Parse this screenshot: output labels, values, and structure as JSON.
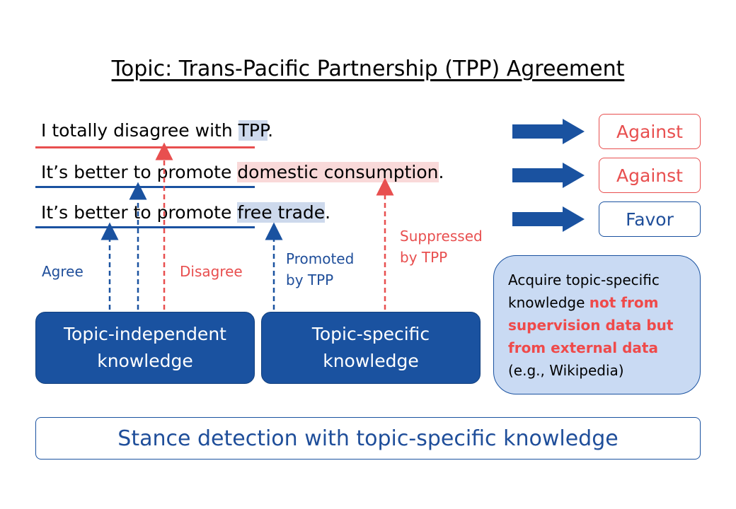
{
  "title": "Topic: Trans-Pacific Partnership (TPP) Agreement",
  "sentences": [
    {
      "pre": "I totally disagree with ",
      "highlight": "TPP",
      "post": "."
    },
    {
      "pre": "It’s better to promote ",
      "highlight": "domestic consumption",
      "post": "."
    },
    {
      "pre": "It’s better to promote ",
      "highlight": "free trade",
      "post": "."
    }
  ],
  "results": [
    "Against",
    "Against",
    "Favor"
  ],
  "labels": {
    "agree": "Agree",
    "disagree": "Disagree",
    "promoted_1": "Promoted",
    "promoted_2": "by TPP",
    "suppressed_1": "Suppressed",
    "suppressed_2": "by TPP"
  },
  "boxes": {
    "independent_1": "Topic-independent",
    "independent_2": "knowledge",
    "specific_1": "Topic-specific",
    "specific_2": "knowledge"
  },
  "note": {
    "line1": "Acquire topic-specific",
    "line2_a": "knowledge ",
    "line2_b": "not from",
    "line3": "supervision data but",
    "line4": "from external data",
    "line5": "(e.g., Wikipedia)"
  },
  "bottom": "Stance detection with topic-specific knowledge",
  "colors": {
    "blue": "#1a52a0",
    "red": "#e84f4f"
  }
}
